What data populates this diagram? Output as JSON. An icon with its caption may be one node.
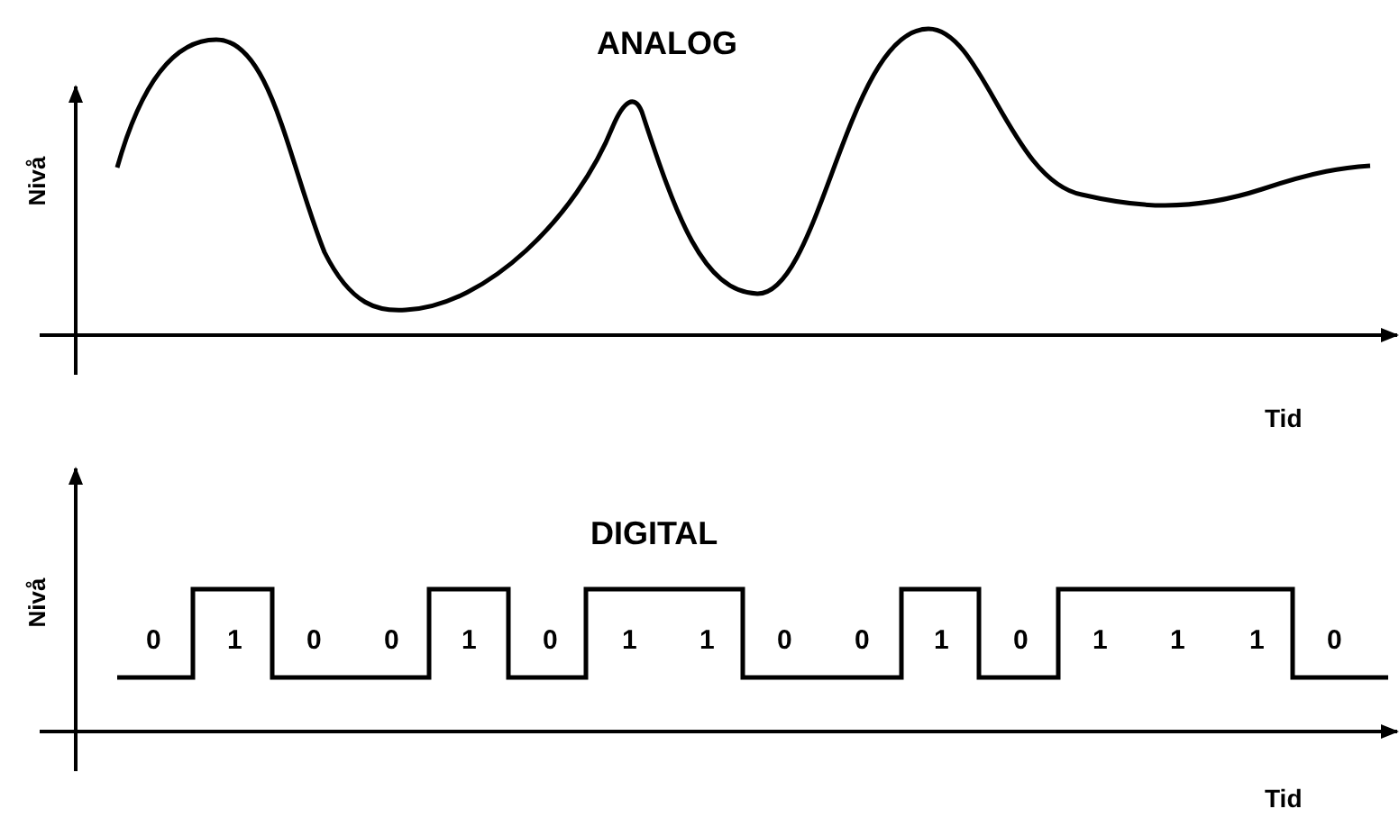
{
  "diagram": {
    "labels": [
      "ANALOG",
      "Nivå",
      "Tid",
      "DIGITAL",
      "Nivå",
      "0",
      "1",
      "0",
      "0",
      "1",
      "0",
      "1",
      "1",
      "0",
      "0",
      "1",
      "0",
      "1",
      "1",
      "1",
      "0",
      "Tid"
    ]
  }
}
